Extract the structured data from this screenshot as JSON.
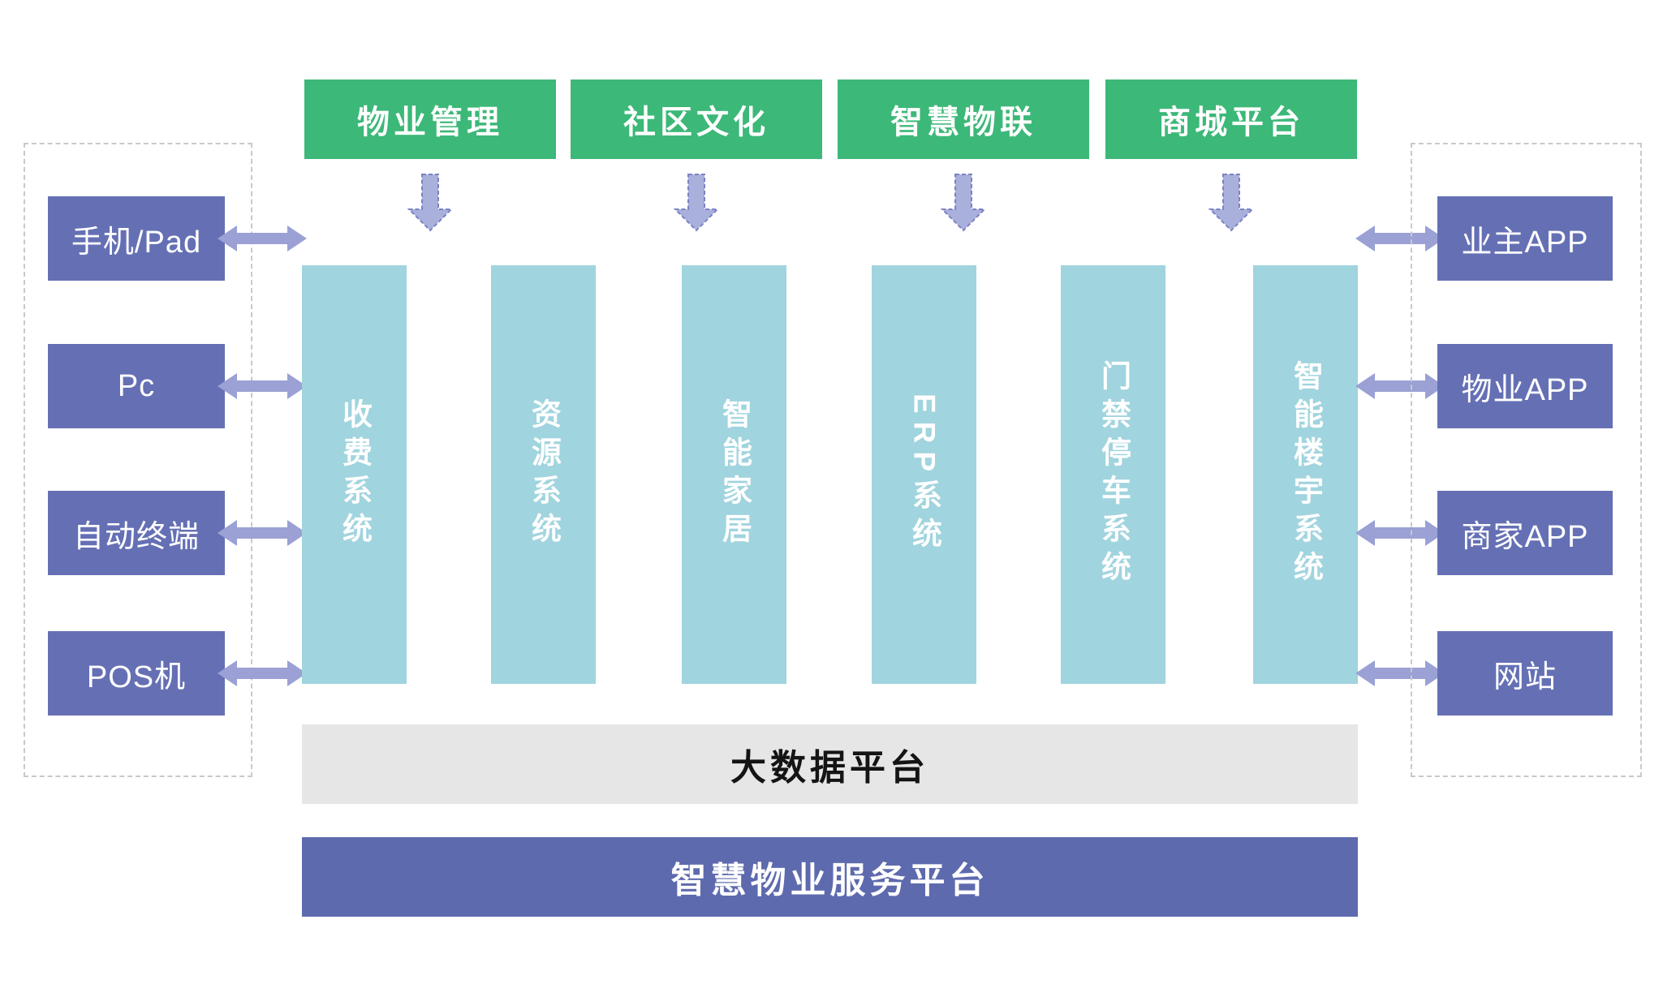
{
  "diagram": {
    "top_modules": [
      {
        "label": "物业管理"
      },
      {
        "label": "社区文化"
      },
      {
        "label": "智慧物联"
      },
      {
        "label": "商城平台"
      }
    ],
    "systems": [
      {
        "label": "收费系统"
      },
      {
        "label": "资源系统"
      },
      {
        "label": "智能家居"
      },
      {
        "label": "ERP系统"
      },
      {
        "label": "门禁停车系统"
      },
      {
        "label": "智能楼宇系统"
      }
    ],
    "left_devices": [
      {
        "label": "手机/Pad"
      },
      {
        "label": "Pc"
      },
      {
        "label": "自动终端"
      },
      {
        "label": "POS机"
      }
    ],
    "right_apps": [
      {
        "label": "业主APP"
      },
      {
        "label": "物业APP"
      },
      {
        "label": "商家APP"
      },
      {
        "label": "网站"
      }
    ],
    "data_platform_label": "大数据平台",
    "service_platform_label": "智慧物业服务平台",
    "icons": {
      "down_arrow": "down-arrow-icon",
      "double_arrow": "double-arrow-icon"
    },
    "colors": {
      "green": "#3cb878",
      "teal": "#a0d4de",
      "purple": "#6570b4",
      "arrow": "#9ba1d4",
      "arrow_fill": "#aab0dc",
      "arrow_stroke": "#7b82c3",
      "gray_bar": "#e6e6e6",
      "bottom_bar": "#5e6aae"
    }
  }
}
